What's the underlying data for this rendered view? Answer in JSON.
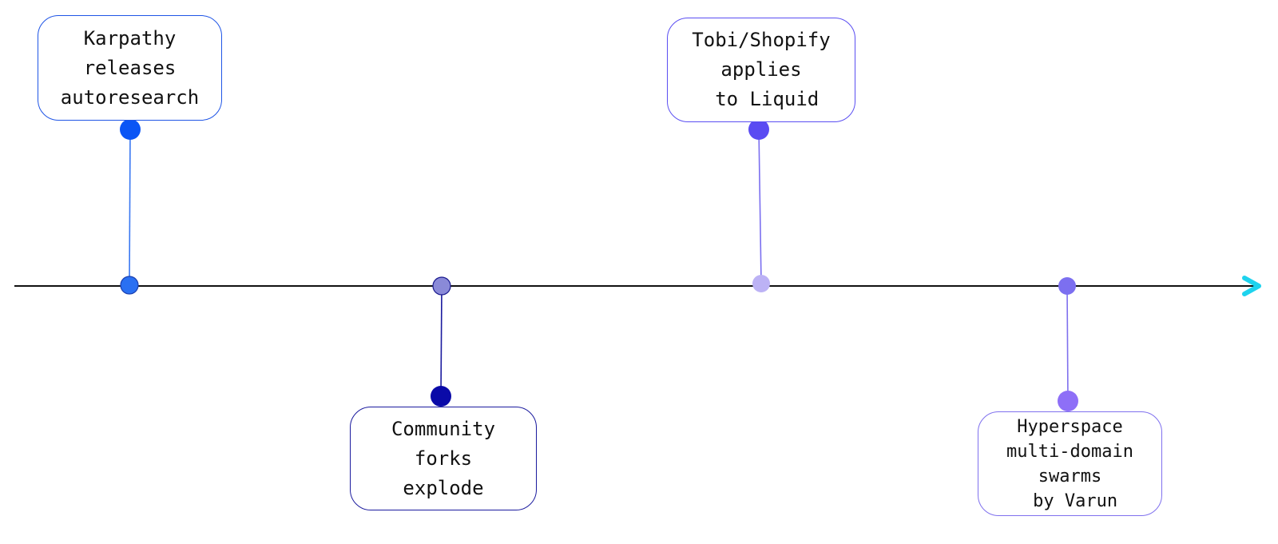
{
  "timeline": {
    "axis_color": "#111111",
    "arrowhead_color": "#1ed3ee",
    "events": [
      {
        "lines": [
          "Karpathy",
          "releases",
          "autoresearch"
        ],
        "position": "above",
        "card_color": "#1f55e6",
        "stem_color": "#3a78f2",
        "anchor_color": "#0a55f5",
        "axis_dot_color": "#2a70f2"
      },
      {
        "lines": [
          "Community",
          "forks",
          "explode"
        ],
        "position": "below",
        "card_color": "#1a1a9e",
        "stem_color": "#1a1a9e",
        "anchor_color": "#0a0aa8",
        "axis_dot_color": "#8a8ad8"
      },
      {
        "lines": [
          "Tobi/Shopify",
          "applies",
          " to Liquid"
        ],
        "position": "above",
        "card_color": "#5a4ef2",
        "stem_color": "#7b6ff0",
        "anchor_color": "#5a4bf2",
        "axis_dot_color": "#bcb2f5"
      },
      {
        "lines": [
          "Hyperspace",
          "multi-domain",
          "swarms",
          " by Varun"
        ],
        "position": "below",
        "card_color": "#7f70ee",
        "stem_color": "#7f70ee",
        "anchor_color": "#8e6ff7",
        "axis_dot_color": "#7c6ff0"
      }
    ]
  }
}
